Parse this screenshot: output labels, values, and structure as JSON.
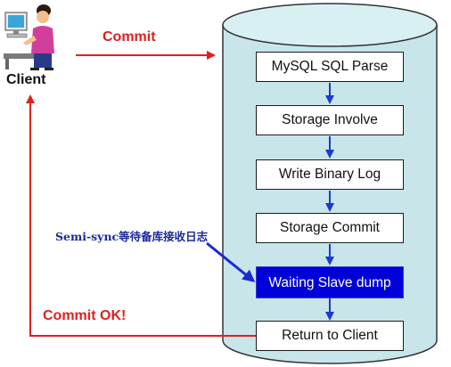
{
  "client": {
    "label": "Client",
    "icon": "person-at-computer-icon"
  },
  "arrows": {
    "commit_label": "Commit",
    "commit_ok_label": "Commit OK!"
  },
  "annotation": "Semi-sync等待备库接收日志",
  "steps": [
    {
      "label": "MySQL SQL Parse",
      "highlight": false
    },
    {
      "label": "Storage Involve",
      "highlight": false
    },
    {
      "label": "Write Binary Log",
      "highlight": false
    },
    {
      "label": "Storage Commit",
      "highlight": false
    },
    {
      "label": "Waiting Slave dump",
      "highlight": true
    },
    {
      "label": "Return to Client",
      "highlight": false
    }
  ],
  "colors": {
    "cylinder_fill": "#c8e6ea",
    "highlight_box": "#0000d8",
    "red_arrows": "#e0201e",
    "blue_arrows": "#1a3ad0",
    "annotation_text": "#1a2a9c"
  }
}
